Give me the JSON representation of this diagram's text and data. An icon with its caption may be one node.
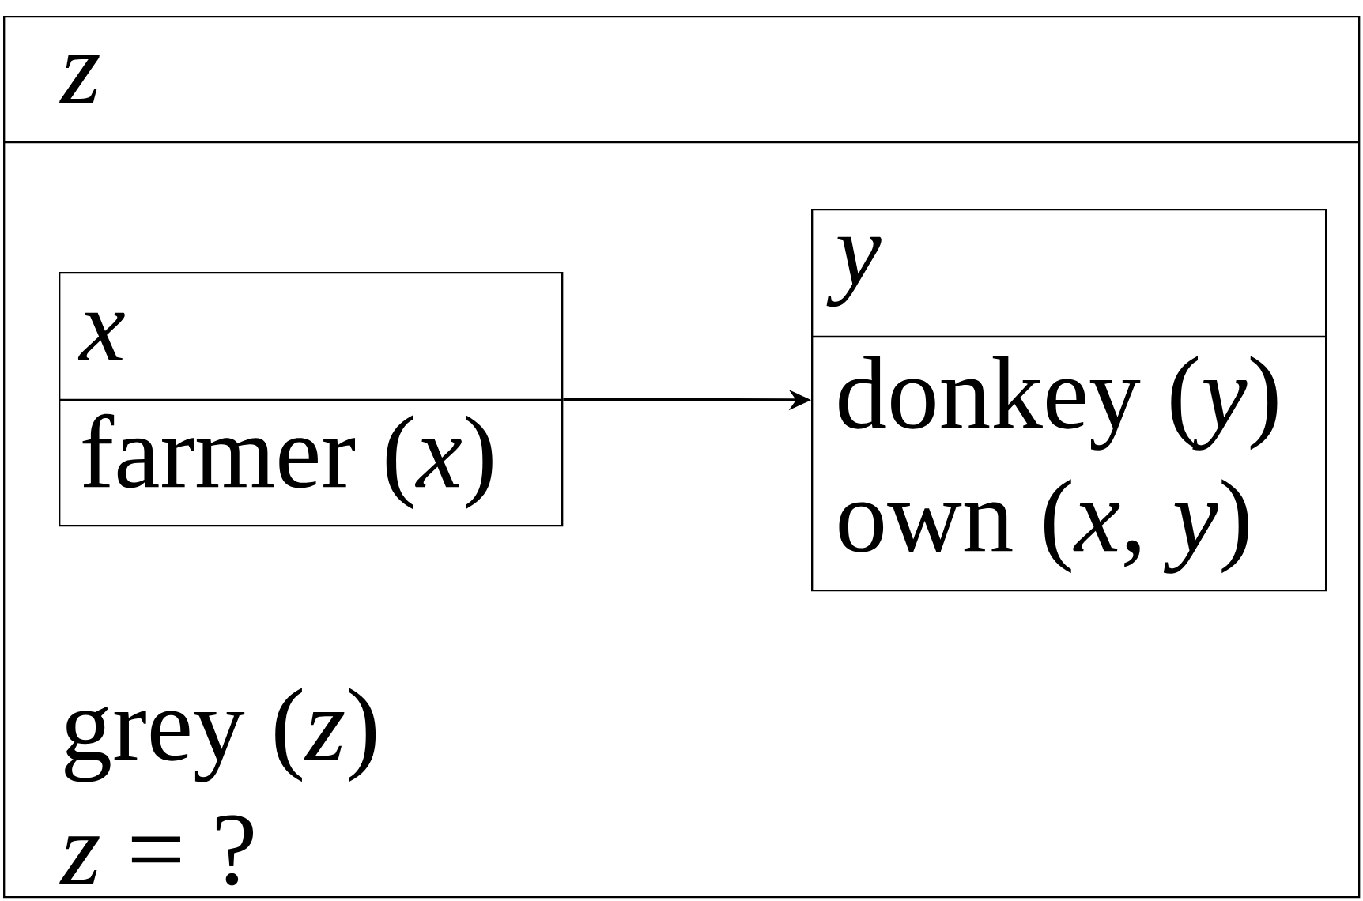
{
  "diagram": {
    "nodes": [
      {
        "text": [
          "z",
          "grey (*z*)",
          "*z* = ?"
        ]
      },
      {
        "text": [
          "x",
          "farmer (*x*)"
        ],
        "in": 0
      },
      {
        "text": [
          "y",
          "donkey (*y*)",
          "own (*x*, *y*)"
        ],
        "in": 0
      }
    ],
    "edges": [
      {
        "from": 1,
        "to": 2,
        "arrow": "to"
      }
    ]
  }
}
